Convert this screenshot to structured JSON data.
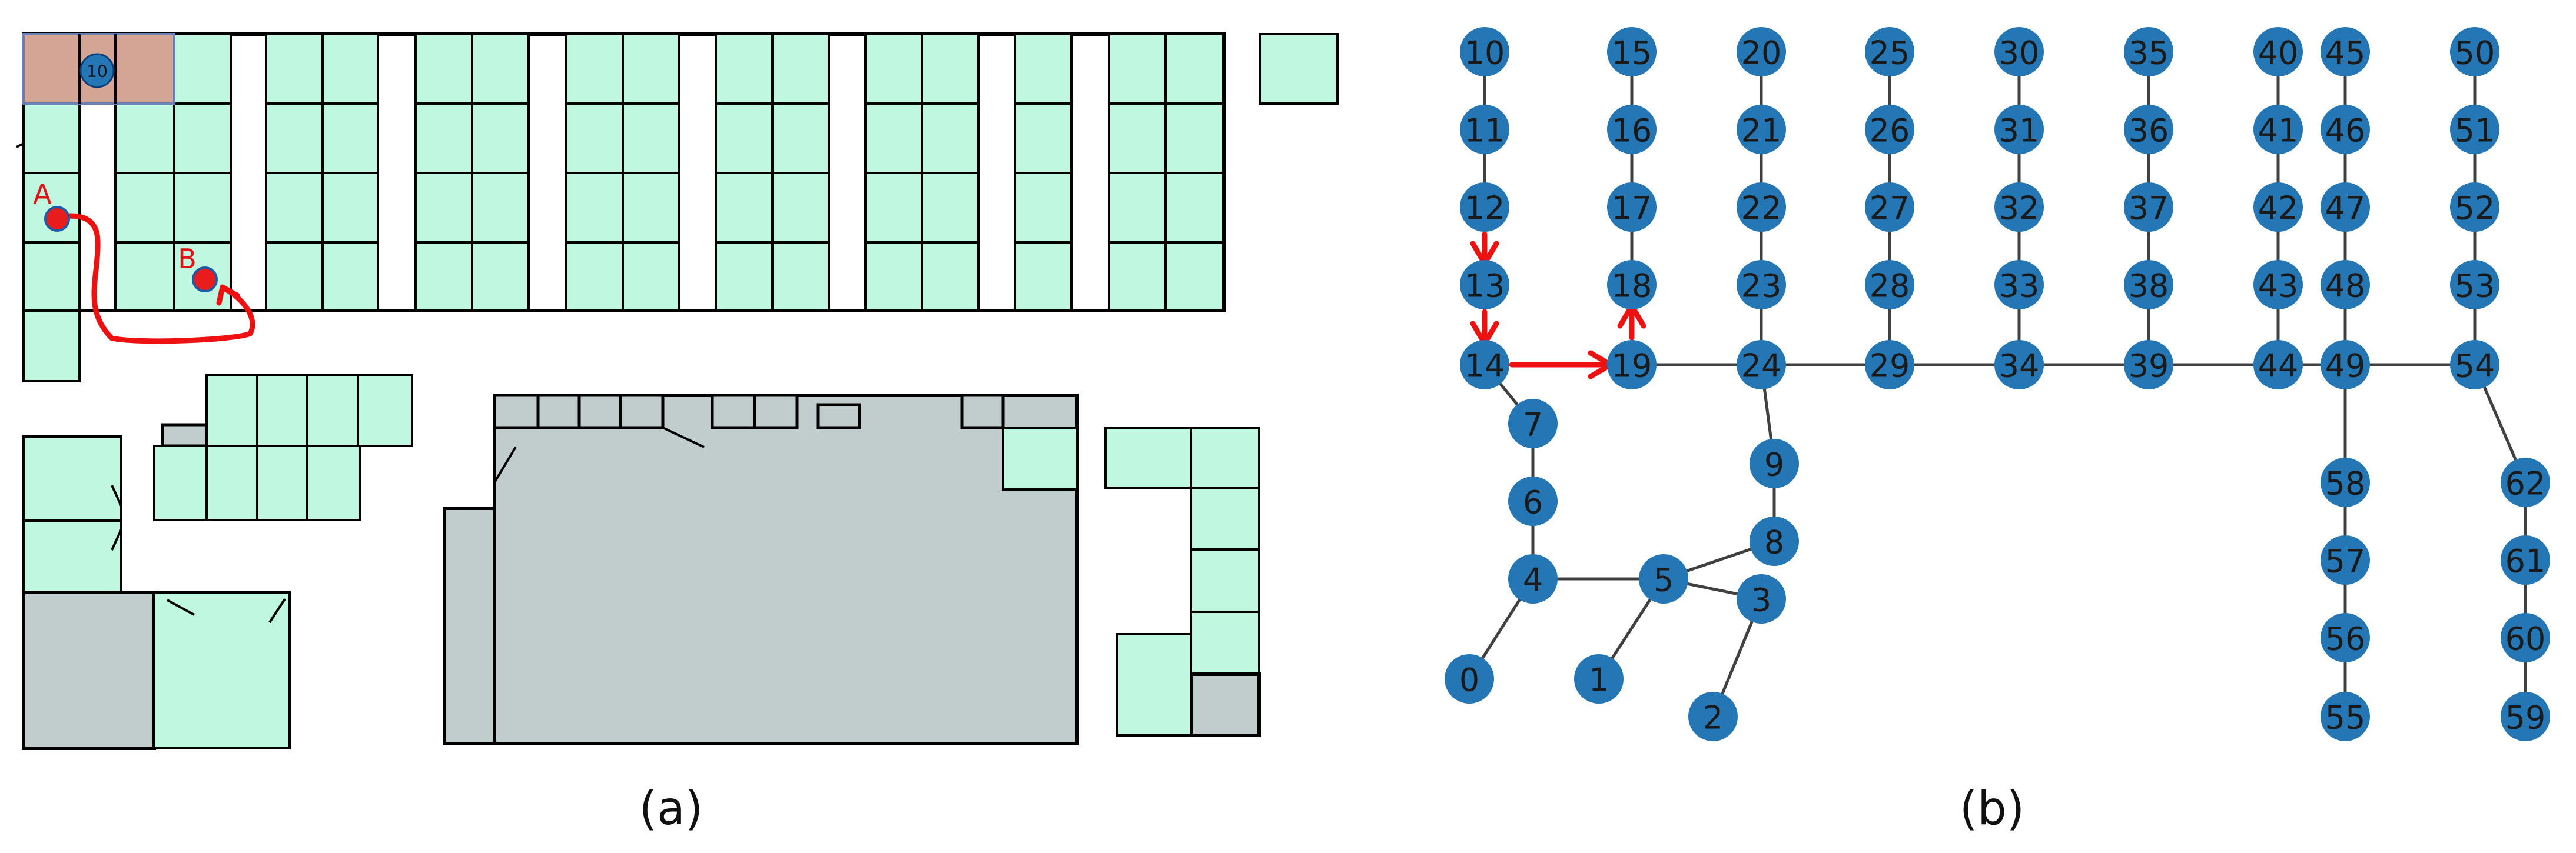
{
  "captions": {
    "a": "(a)",
    "b": "(b)"
  },
  "floorplan": {
    "marker_a": "A",
    "marker_b": "B",
    "highlight_node": "10",
    "colors": {
      "room": "#c0f7e1",
      "gray_room": "#c1cdcd",
      "highlight": "#d4a595",
      "route": "#ee1111",
      "node": "#2476b4"
    }
  },
  "graph": {
    "nodes": [
      {
        "id": "0"
      },
      {
        "id": "1"
      },
      {
        "id": "2"
      },
      {
        "id": "3"
      },
      {
        "id": "4"
      },
      {
        "id": "5"
      },
      {
        "id": "6"
      },
      {
        "id": "7"
      },
      {
        "id": "8"
      },
      {
        "id": "9"
      },
      {
        "id": "10"
      },
      {
        "id": "11"
      },
      {
        "id": "12"
      },
      {
        "id": "13"
      },
      {
        "id": "14"
      },
      {
        "id": "15"
      },
      {
        "id": "16"
      },
      {
        "id": "17"
      },
      {
        "id": "18"
      },
      {
        "id": "19"
      },
      {
        "id": "20"
      },
      {
        "id": "21"
      },
      {
        "id": "22"
      },
      {
        "id": "23"
      },
      {
        "id": "24"
      },
      {
        "id": "25"
      },
      {
        "id": "26"
      },
      {
        "id": "27"
      },
      {
        "id": "28"
      },
      {
        "id": "29"
      },
      {
        "id": "30"
      },
      {
        "id": "31"
      },
      {
        "id": "32"
      },
      {
        "id": "33"
      },
      {
        "id": "34"
      },
      {
        "id": "35"
      },
      {
        "id": "36"
      },
      {
        "id": "37"
      },
      {
        "id": "38"
      },
      {
        "id": "39"
      },
      {
        "id": "40"
      },
      {
        "id": "41"
      },
      {
        "id": "42"
      },
      {
        "id": "43"
      },
      {
        "id": "44"
      },
      {
        "id": "45"
      },
      {
        "id": "46"
      },
      {
        "id": "47"
      },
      {
        "id": "48"
      },
      {
        "id": "49"
      },
      {
        "id": "50"
      },
      {
        "id": "51"
      },
      {
        "id": "52"
      },
      {
        "id": "53"
      },
      {
        "id": "54"
      },
      {
        "id": "55"
      },
      {
        "id": "56"
      },
      {
        "id": "57"
      },
      {
        "id": "58"
      },
      {
        "id": "59"
      },
      {
        "id": "60"
      },
      {
        "id": "61"
      },
      {
        "id": "62"
      }
    ],
    "edges": [
      [
        "10",
        "11"
      ],
      [
        "11",
        "12"
      ],
      [
        "12",
        "13"
      ],
      [
        "13",
        "14"
      ],
      [
        "14",
        "19"
      ],
      [
        "14",
        "7"
      ],
      [
        "7",
        "6"
      ],
      [
        "6",
        "4"
      ],
      [
        "4",
        "0"
      ],
      [
        "4",
        "5"
      ],
      [
        "5",
        "1"
      ],
      [
        "5",
        "8"
      ],
      [
        "5",
        "3"
      ],
      [
        "3",
        "2"
      ],
      [
        "8",
        "9"
      ],
      [
        "9",
        "24"
      ],
      [
        "15",
        "16"
      ],
      [
        "16",
        "17"
      ],
      [
        "17",
        "18"
      ],
      [
        "18",
        "19"
      ],
      [
        "19",
        "24"
      ],
      [
        "20",
        "21"
      ],
      [
        "21",
        "22"
      ],
      [
        "22",
        "23"
      ],
      [
        "23",
        "24"
      ],
      [
        "24",
        "29"
      ],
      [
        "25",
        "26"
      ],
      [
        "26",
        "27"
      ],
      [
        "27",
        "28"
      ],
      [
        "28",
        "29"
      ],
      [
        "29",
        "34"
      ],
      [
        "30",
        "31"
      ],
      [
        "31",
        "32"
      ],
      [
        "32",
        "33"
      ],
      [
        "33",
        "34"
      ],
      [
        "34",
        "39"
      ],
      [
        "35",
        "36"
      ],
      [
        "36",
        "37"
      ],
      [
        "37",
        "38"
      ],
      [
        "38",
        "39"
      ],
      [
        "39",
        "44"
      ],
      [
        "40",
        "41"
      ],
      [
        "41",
        "42"
      ],
      [
        "42",
        "43"
      ],
      [
        "43",
        "44"
      ],
      [
        "44",
        "49"
      ],
      [
        "45",
        "46"
      ],
      [
        "46",
        "47"
      ],
      [
        "47",
        "48"
      ],
      [
        "48",
        "49"
      ],
      [
        "49",
        "54"
      ],
      [
        "49",
        "58"
      ],
      [
        "58",
        "57"
      ],
      [
        "57",
        "56"
      ],
      [
        "56",
        "55"
      ],
      [
        "50",
        "51"
      ],
      [
        "51",
        "52"
      ],
      [
        "52",
        "53"
      ],
      [
        "53",
        "54"
      ],
      [
        "54",
        "62"
      ],
      [
        "62",
        "61"
      ],
      [
        "61",
        "60"
      ],
      [
        "60",
        "59"
      ]
    ],
    "route": [
      "12",
      "13",
      "14",
      "19",
      "18"
    ]
  }
}
